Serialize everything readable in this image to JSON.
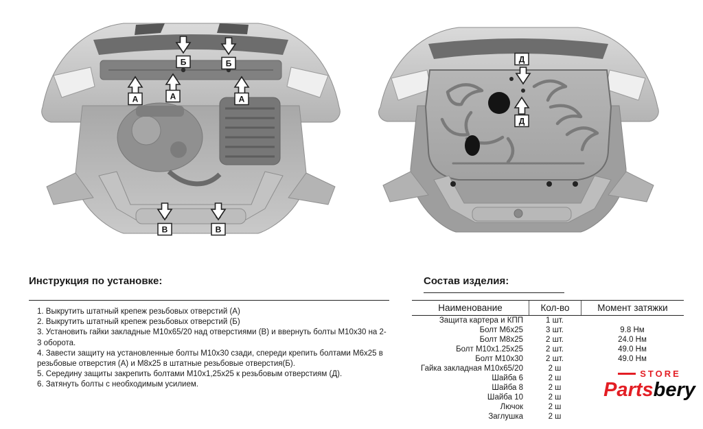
{
  "markers": {
    "a": "А",
    "b": "Б",
    "v": "В",
    "d": "Д"
  },
  "instructions": {
    "title": "Инструкция по установке:",
    "items": [
      "1. Выкрутить штатный крепеж резьбовых отверстий (А)",
      "2. Выкрутить штатный крепеж резьбовых отверстий (Б)",
      "3. Установить гайки закладные М10х65/20 над отверстиями (В) и ввернуть болты М10х30 на 2-3 оборота.",
      "4. Завести защиту на установленные болты М10х30 сзади, спереди крепить болтами М6х25 в резьбовые отверстия (А) и М8х25 в штатные резьбовые отверстия(Б).",
      "5. Середину защиты закрепить болтами М10х1,25х25 к резьбовым отверстиям (Д).",
      "6. Затянуть болты с необходимым усилием."
    ]
  },
  "parts": {
    "title": "Состав изделия:",
    "columns": [
      "Наименование",
      "Кол-во",
      "Момент затяжки"
    ],
    "rows": [
      {
        "name": "Защита картера и КПП",
        "qty": "1 шт.",
        "torque": ""
      },
      {
        "name": "Болт М6х25",
        "qty": "3 шт.",
        "torque": "9.8 Нм"
      },
      {
        "name": "Болт М8х25",
        "qty": "2 шт.",
        "torque": "24.0 Нм"
      },
      {
        "name": "Болт М10х1.25х25",
        "qty": "2 шт.",
        "torque": "49.0 Нм"
      },
      {
        "name": "Болт М10х30",
        "qty": "2 шт.",
        "torque": "49.0 Нм"
      },
      {
        "name": "Гайка закладная М10х65/20",
        "qty": "2 ш",
        "torque": ""
      },
      {
        "name": "Шайба 6",
        "qty": "2 ш",
        "torque": ""
      },
      {
        "name": "Шайба 8",
        "qty": "2 ш",
        "torque": ""
      },
      {
        "name": "Шайба 10",
        "qty": "2 ш",
        "torque": ""
      },
      {
        "name": "Лючок",
        "qty": "2 ш",
        "torque": ""
      },
      {
        "name": "Заглушка",
        "qty": "2 ш",
        "torque": ""
      }
    ]
  },
  "logo": {
    "store": "STORE",
    "parts": "Parts",
    "bery": "bery"
  }
}
